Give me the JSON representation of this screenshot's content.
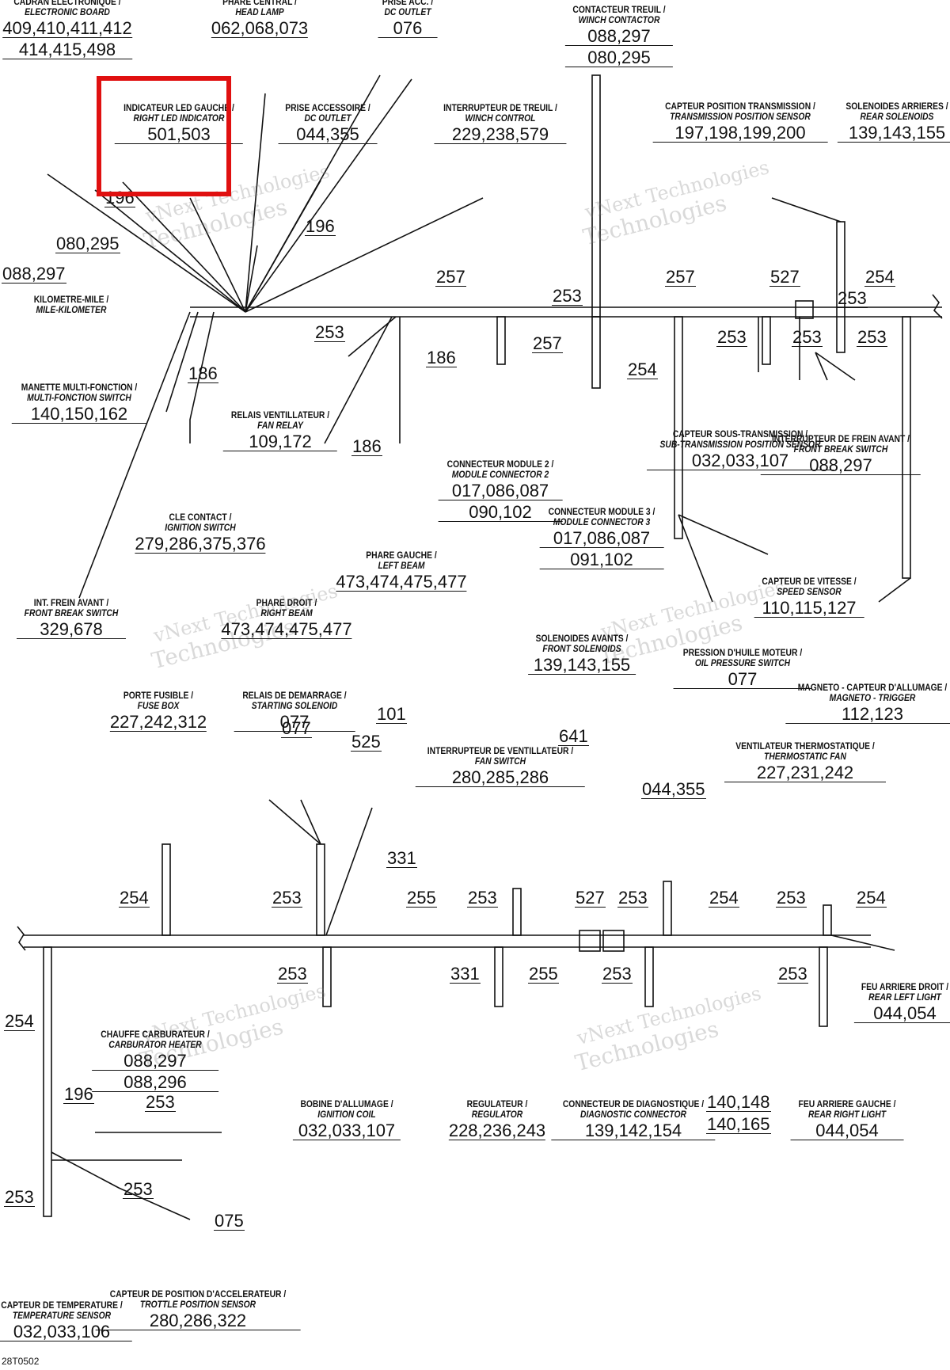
{
  "figure_code": "28T0502",
  "watermark": [
    "vNext Technologies",
    "Technologies"
  ],
  "highlight_color": "#e01010",
  "components": [
    {
      "id": "electronic-board",
      "fr": "CADRAN ELECTRONIQUE /",
      "en": "ELECTRONIC BOARD",
      "parts": [
        "409,410,411,412",
        "414,415,498"
      ]
    },
    {
      "id": "head-lamp",
      "fr": "PHARE CENTRAL /",
      "en": "HEAD LAMP",
      "parts": [
        "062,068,073"
      ]
    },
    {
      "id": "dc-outlet-top",
      "fr": "PRISE ACC. /",
      "en": "DC OUTLET",
      "parts": [
        "076"
      ]
    },
    {
      "id": "winch-contactor",
      "fr": "CONTACTEUR TREUIL /",
      "en": "WINCH CONTACTOR",
      "parts": [
        "088,297",
        "080,295"
      ]
    },
    {
      "id": "right-led-indicator",
      "fr": "INDICATEUR LED GAUCHE /",
      "en": "RIGHT LED INDICATOR",
      "parts": [
        "501,503"
      ]
    },
    {
      "id": "dc-outlet",
      "fr": "PRISE ACCESSOIRE /",
      "en": "DC OUTLET",
      "parts": [
        "044,355"
      ]
    },
    {
      "id": "winch-control",
      "fr": "INTERRUPTEUR DE TREUIL /",
      "en": "WINCH CONTROL",
      "parts": [
        "229,238,579"
      ]
    },
    {
      "id": "transmission-position-sensor",
      "fr": "CAPTEUR POSITION TRANSMISSION /",
      "en": "TRANSMISSION POSITION SENSOR",
      "parts": [
        "197,198,199,200"
      ]
    },
    {
      "id": "rear-solenoids",
      "fr": "SOLENOIDES ARRIERES /",
      "en": "REAR SOLENOIDS",
      "parts": [
        "139,143,155"
      ]
    },
    {
      "id": "mile-kilometer",
      "fr": "KILOMETRE-MILE /",
      "en": "MILE-KILOMETER",
      "parts": []
    },
    {
      "id": "multi-fonction-switch",
      "fr": "MANETTE MULTI-FONCTION /",
      "en": "MULTI-FONCTION SWITCH",
      "parts": [
        "140,150,162"
      ]
    },
    {
      "id": "fan-relay",
      "fr": "RELAIS VENTILLATEUR /",
      "en": "FAN RELAY",
      "parts": [
        "109,172"
      ]
    },
    {
      "id": "module-connector-2",
      "fr": "CONNECTEUR MODULE 2 /",
      "en": "MODULE CONNECTOR 2",
      "parts": [
        "017,086,087",
        "090,102"
      ]
    },
    {
      "id": "module-connector-3",
      "fr": "CONNECTEUR MODULE 3 /",
      "en": "MODULE CONNECTOR 3",
      "parts": [
        "017,086,087",
        "091,102"
      ]
    },
    {
      "id": "sub-transmission-sensor",
      "fr": "CAPTEUR SOUS-TRANSMISSION /",
      "en": "SUB-TRANSMISSION POSITION SENSOR",
      "parts": [
        "032,033,107"
      ]
    },
    {
      "id": "front-break-switch-right",
      "fr": "INTERRUPTEUR DE FREIN AVANT /",
      "en": "FRONT BREAK SWITCH",
      "parts": [
        "088,297"
      ]
    },
    {
      "id": "ignition-switch",
      "fr": "CLE CONTACT /",
      "en": "IGNITION SWITCH",
      "parts": [
        "279,286,375,376"
      ]
    },
    {
      "id": "left-beam",
      "fr": "PHARE GAUCHE /",
      "en": "LEFT BEAM",
      "parts": [
        "473,474,475,477"
      ]
    },
    {
      "id": "right-beam",
      "fr": "PHARE DROIT /",
      "en": "RIGHT BEAM",
      "parts": [
        "473,474,475,477"
      ]
    },
    {
      "id": "front-break-switch-left",
      "fr": "INT. FREIN AVANT /",
      "en": "FRONT BREAK SWITCH",
      "parts": [
        "329,678"
      ]
    },
    {
      "id": "speed-sensor",
      "fr": "CAPTEUR DE VITESSE /",
      "en": "SPEED SENSOR",
      "parts": [
        "110,115,127"
      ]
    },
    {
      "id": "front-solenoids",
      "fr": "SOLENOIDES AVANTS /",
      "en": "FRONT SOLENOIDS",
      "parts": [
        "139,143,155"
      ]
    },
    {
      "id": "oil-pressure-switch",
      "fr": "PRESSION D'HUILE MOTEUR /",
      "en": "OIL PRESSURE SWITCH",
      "parts": [
        "077"
      ]
    },
    {
      "id": "magneto-trigger",
      "fr": "MAGNETO - CAPTEUR D'ALLUMAGE /",
      "en": "MAGNETO - TRIGGER",
      "parts": [
        "112,123"
      ]
    },
    {
      "id": "fuse-box",
      "fr": "PORTE FUSIBLE /",
      "en": "FUSE BOX",
      "parts": [
        "227,242,312"
      ]
    },
    {
      "id": "starting-solenoid",
      "fr": "RELAIS DE DEMARRAGE /",
      "en": "STARTING SOLENOID",
      "parts": [
        "077"
      ]
    },
    {
      "id": "fan-switch",
      "fr": "INTERRUPTEUR DE VENTILLATEUR /",
      "en": "FAN SWITCH",
      "parts": [
        "280,285,286"
      ]
    },
    {
      "id": "thermostatic-fan",
      "fr": "VENTILATEUR THERMOSTATIQUE /",
      "en": "THERMOSTATIC FAN",
      "parts": [
        "227,231,242"
      ]
    },
    {
      "id": "rear-left-light",
      "fr": "FEU ARRIERE DROIT /",
      "en": "REAR LEFT LIGHT",
      "parts": [
        "044,054"
      ]
    },
    {
      "id": "carburator-heater",
      "fr": "CHAUFFE CARBURATEUR /",
      "en": "CARBURATOR HEATER",
      "parts": [
        "088,297",
        "088,296"
      ]
    },
    {
      "id": "ignition-coil",
      "fr": "BOBINE D'ALLUMAGE /",
      "en": "IGNITION COIL",
      "parts": [
        "032,033,107"
      ]
    },
    {
      "id": "regulator",
      "fr": "REGULATEUR /",
      "en": "REGULATOR",
      "parts": [
        "228,236,243"
      ]
    },
    {
      "id": "diagnostic-connector",
      "fr": "CONNECTEUR DE DIAGNOSTIQUE /",
      "en": "DIAGNOSTIC CONNECTOR",
      "parts": [
        "139,142,154"
      ]
    },
    {
      "id": "rear-right-light",
      "fr": "FEU ARRIERE GAUCHE /",
      "en": "REAR RIGHT LIGHT",
      "parts": [
        "044,054"
      ]
    },
    {
      "id": "temperature-sensor",
      "fr": "CAPTEUR DE TEMPERATURE /",
      "en": "TEMPERATURE SENSOR",
      "parts": [
        "032,033,106"
      ]
    },
    {
      "id": "trottle-position-sensor",
      "fr": "CAPTEUR DE POSITION D'ACCELERATEUR /",
      "en": "TROTTLE POSITION SENSOR",
      "parts": [
        "280,286,322"
      ]
    }
  ],
  "callouts": [
    "196",
    "080,295",
    "088,297",
    "196",
    "257",
    "253",
    "257",
    "527",
    "253",
    "254",
    "186",
    "253",
    "186",
    "257",
    "254",
    "253",
    "253",
    "253",
    "186",
    "101",
    "525",
    "331",
    "641",
    "044,355",
    "077",
    "254",
    "253",
    "255",
    "253",
    "527",
    "253",
    "254",
    "253",
    "254",
    "253",
    "331",
    "255",
    "253",
    "253",
    "254",
    "196",
    "253",
    "253",
    "253",
    "075",
    "140,148",
    "140,165"
  ]
}
